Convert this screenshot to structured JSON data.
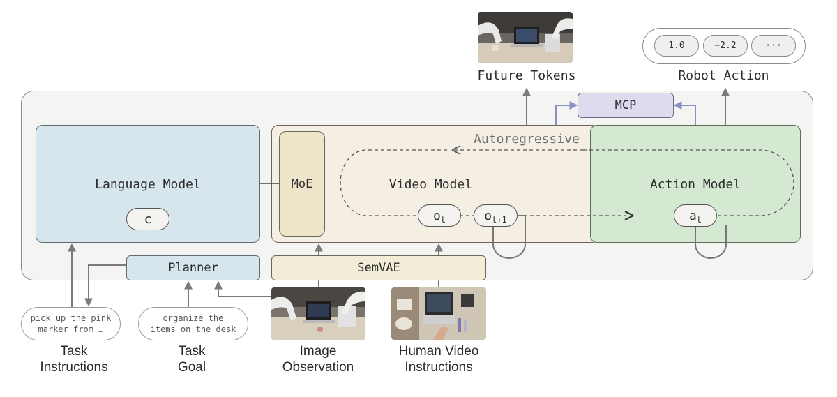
{
  "outputs": {
    "future_tokens": "Future Tokens",
    "robot_action": "Robot Action",
    "action_values": [
      "1.0",
      "−2.2",
      "···"
    ]
  },
  "modules": {
    "mcp": "MCP",
    "language_model": "Language Model",
    "language_token": "c",
    "moe": "MoE",
    "video_model": "Video Model",
    "autoregressive": "Autoregressive",
    "action_model": "Action Model",
    "planner": "Planner",
    "semvae": "SemVAE"
  },
  "tokens": {
    "ot_base": "o",
    "ot_sub": "t",
    "ot1_base": "o",
    "ot1_sub": "t+1",
    "at_base": "a",
    "at_sub": "t"
  },
  "inputs": {
    "task_instruction_text": [
      "pick up the pink",
      "marker from …"
    ],
    "task_goal_text": [
      "organize the",
      "items on the desk"
    ],
    "task_instructions_caption": [
      "Task",
      "Instructions"
    ],
    "task_goal_caption": [
      "Task",
      "Goal"
    ],
    "image_observation_caption": [
      "Image",
      "Observation"
    ],
    "human_video_caption": [
      "Human Video",
      "Instructions"
    ]
  },
  "colors": {
    "language": "#d6e6ec",
    "video": "#f4efe2",
    "action": "#d5e9d2",
    "mcp": "#dcdcee",
    "mcp_arrow": "#8a8fc4",
    "arrow": "#7a7a7a"
  }
}
